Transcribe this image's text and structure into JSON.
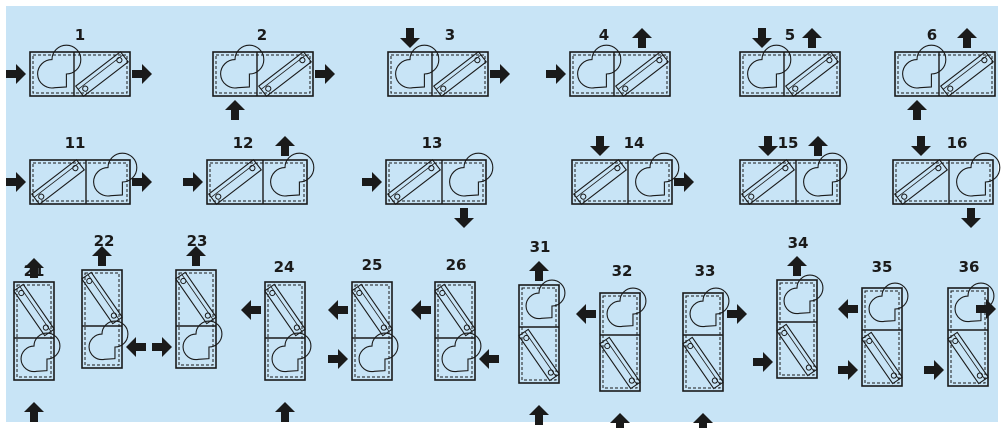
{
  "background_color": "#c8e4f6",
  "frame_color": "#ffffff",
  "line_color": "#1a1a1a",
  "arrow_color": "#1a1a1a",
  "icons": {
    "arrow": "arrow-icon",
    "fan": "fan-volute-icon",
    "filter": "filter-cassette-icon"
  },
  "configurations": [
    {
      "id": "1"
    },
    {
      "id": "2"
    },
    {
      "id": "3"
    },
    {
      "id": "4"
    },
    {
      "id": "5"
    },
    {
      "id": "6"
    },
    {
      "id": "11"
    },
    {
      "id": "12"
    },
    {
      "id": "13"
    },
    {
      "id": "14"
    },
    {
      "id": "15"
    },
    {
      "id": "16"
    },
    {
      "id": "21"
    },
    {
      "id": "22"
    },
    {
      "id": "23"
    },
    {
      "id": "24"
    },
    {
      "id": "25"
    },
    {
      "id": "26"
    },
    {
      "id": "31"
    },
    {
      "id": "32"
    },
    {
      "id": "33"
    },
    {
      "id": "34"
    },
    {
      "id": "35"
    },
    {
      "id": "36"
    }
  ]
}
